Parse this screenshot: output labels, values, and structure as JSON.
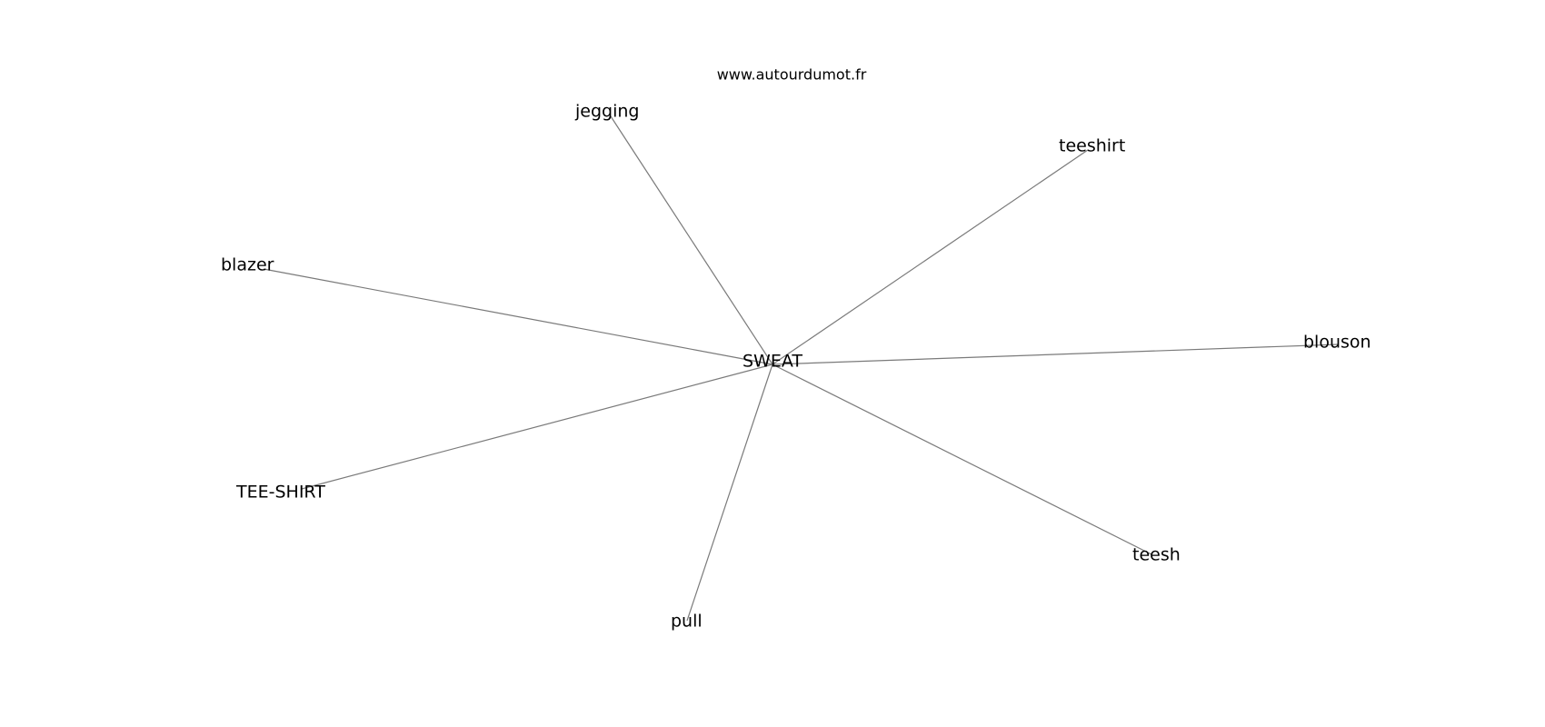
{
  "source": "www.autourdumot.fr",
  "center": {
    "label": "SWEAT"
  },
  "nodes": [
    {
      "id": "jegging",
      "label": "jegging"
    },
    {
      "id": "teeshirt",
      "label": "teeshirt"
    },
    {
      "id": "blazer",
      "label": "blazer"
    },
    {
      "id": "blouson",
      "label": "blouson"
    },
    {
      "id": "tee-shirt",
      "label": "TEE-SHIRT"
    },
    {
      "id": "teesh",
      "label": "teesh"
    },
    {
      "id": "pull",
      "label": "pull"
    }
  ],
  "colors": {
    "edge": "#7a7a7a",
    "text": "#000000",
    "background": "#ffffff"
  }
}
